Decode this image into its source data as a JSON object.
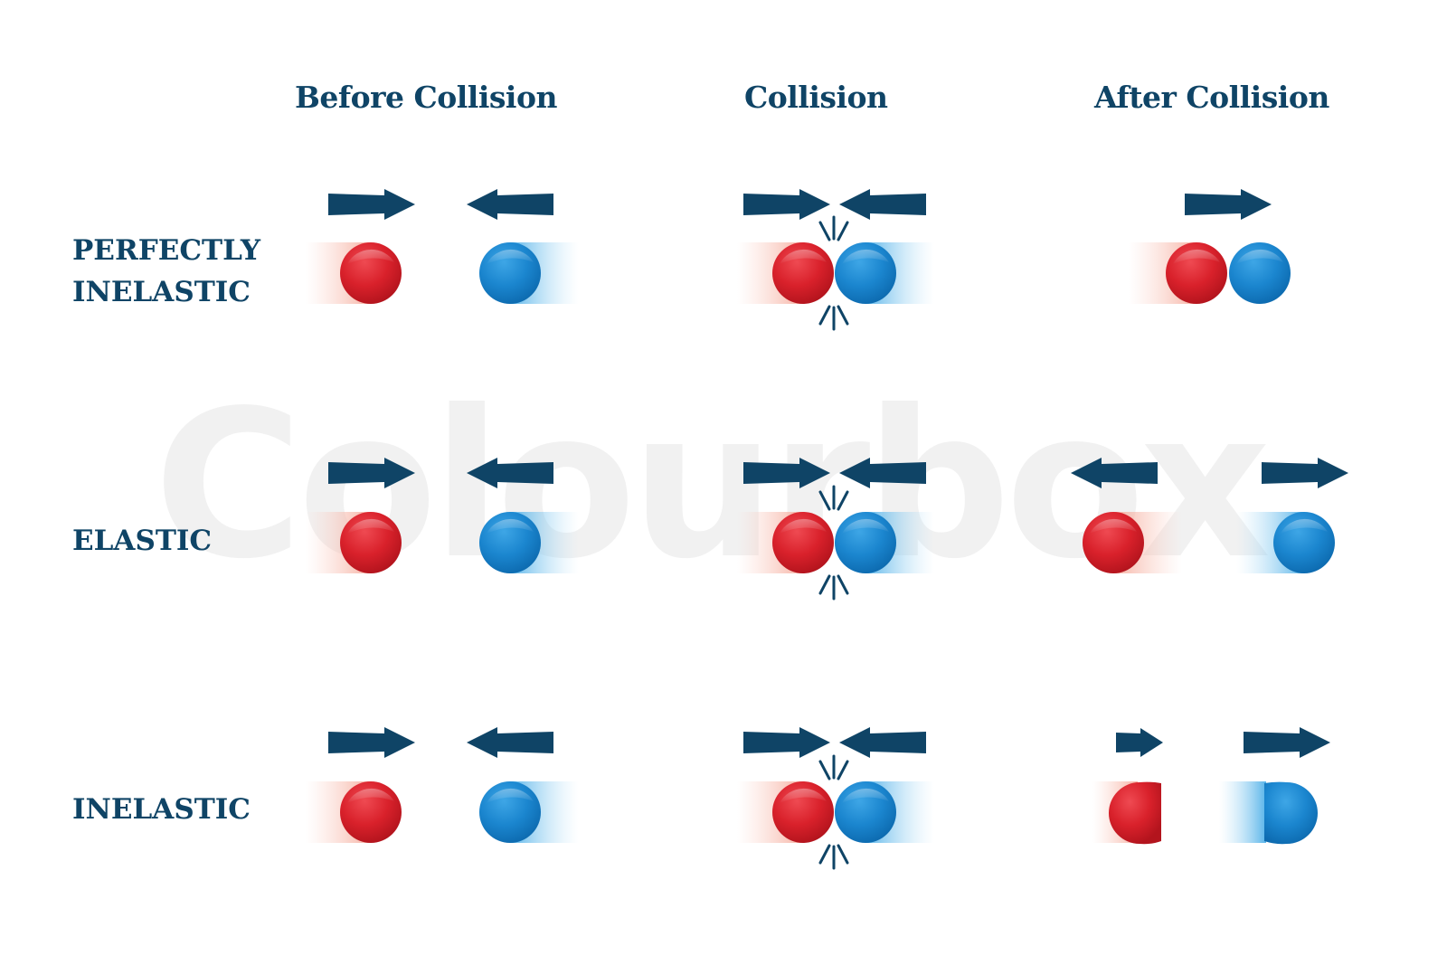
{
  "columns": [
    {
      "title": "Before Collision"
    },
    {
      "title": "Collision"
    },
    {
      "title": "After Collision"
    }
  ],
  "rows": [
    {
      "label_line1": "PERFECTLY",
      "label_line2": "INELASTIC"
    },
    {
      "label_line1": "ELASTIC",
      "label_line2": ""
    },
    {
      "label_line1": "INELASTIC",
      "label_line2": ""
    }
  ],
  "watermark": "Colourbox",
  "colors": {
    "text": "#0f4466",
    "arrow": "#0f4466",
    "ball_red": "#d9212b",
    "ball_blue": "#1b86cf",
    "trail_red": "#f9c7bd",
    "trail_blue": "#8fcdf0"
  },
  "diagram": {
    "perfectly_inelastic": {
      "before": {
        "red_ball": "moving right",
        "blue_ball": "moving left"
      },
      "collision": {
        "impact": "balls touch, spark lines"
      },
      "after": {
        "result": "balls stick together, move right"
      }
    },
    "elastic": {
      "before": {
        "red_ball": "moving right",
        "blue_ball": "moving left"
      },
      "collision": {
        "impact": "balls touch, spark lines"
      },
      "after": {
        "red_ball": "moving left",
        "blue_ball": "moving right"
      }
    },
    "inelastic": {
      "before": {
        "red_ball": "moving right",
        "blue_ball": "moving left"
      },
      "collision": {
        "impact": "balls touch, spark lines"
      },
      "after": {
        "red_ball": "deformed, moving right slowly",
        "blue_ball": "deformed, moving right"
      }
    }
  }
}
